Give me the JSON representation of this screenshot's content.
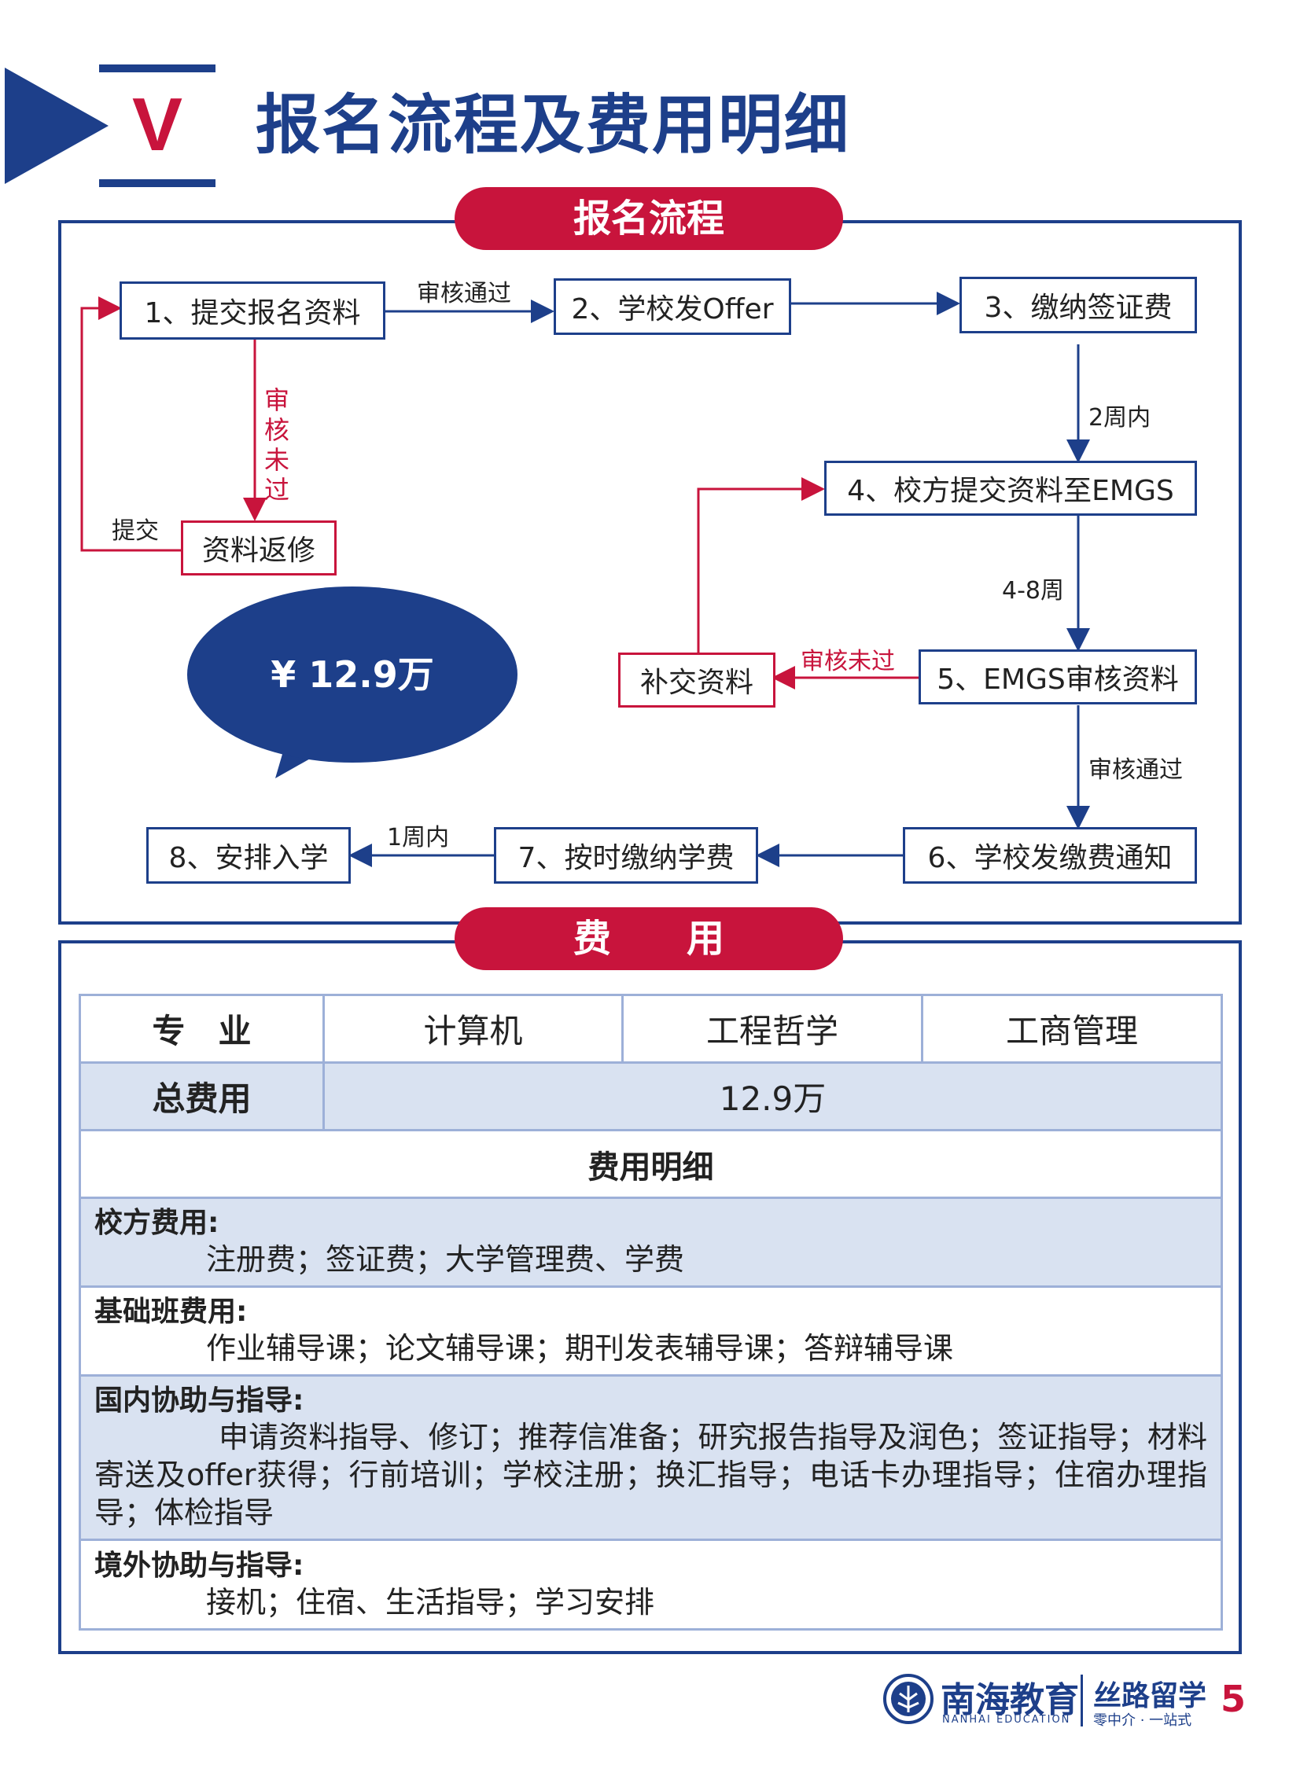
{
  "header": {
    "roman": "V",
    "title": "报名流程及费用明细"
  },
  "process": {
    "pill": "报名流程",
    "steps": [
      "1、提交报名资料",
      "2、学校发Offer",
      "3、缴纳签证费",
      "4、校方提交资料至EMGS",
      "5、EMGS审核资料",
      "6、学校发缴费通知",
      "7、按时缴纳学费",
      "8、安排入学"
    ],
    "revise_box": "资料返修",
    "supplement_box": "补交资料",
    "labels": {
      "approved_1": "审核通过",
      "rejected_1": "审核未过",
      "resubmit": "提交",
      "within_2_weeks": "2周内",
      "weeks_4_8": "4-8周",
      "rejected_2": "审核未过",
      "approved_2": "审核通过",
      "within_1_week": "1周内"
    },
    "bubble": "¥ 12.9万"
  },
  "fees": {
    "pill": "费　　用",
    "header_row": [
      "专　业",
      "计算机",
      "工程哲学",
      "工商管理"
    ],
    "total_label": "总费用",
    "total_value": "12.9万",
    "detail_title": "费用明细",
    "sections": [
      {
        "title": "校方费用:",
        "body": "注册费；签证费；大学管理费、学费"
      },
      {
        "title": "基础班费用:",
        "body": "作业辅导课；论文辅导课；期刊发表辅导课；答辩辅导课"
      },
      {
        "title": "国内协助与指导:",
        "body": "申请资料指导、修订；推荐信准备；研究报告指导及润色；签证指导；材料寄送及offer获得；行前培训；学校注册；换汇指导；电话卡办理指导；住宿办理指导；体检指导"
      },
      {
        "title": "境外协助与指导:",
        "body": "接机；住宿、生活指导；学习安排"
      }
    ]
  },
  "footer": {
    "brand_cn": "南海教育",
    "brand_en": "NANHAI EDUCATION",
    "brand2": "丝路留学",
    "tagline": "零中介 · 一站式",
    "page": "5"
  },
  "colors": {
    "primary": "#1d3f8a",
    "accent": "#c8143c",
    "shade": "#d9e2f1"
  }
}
